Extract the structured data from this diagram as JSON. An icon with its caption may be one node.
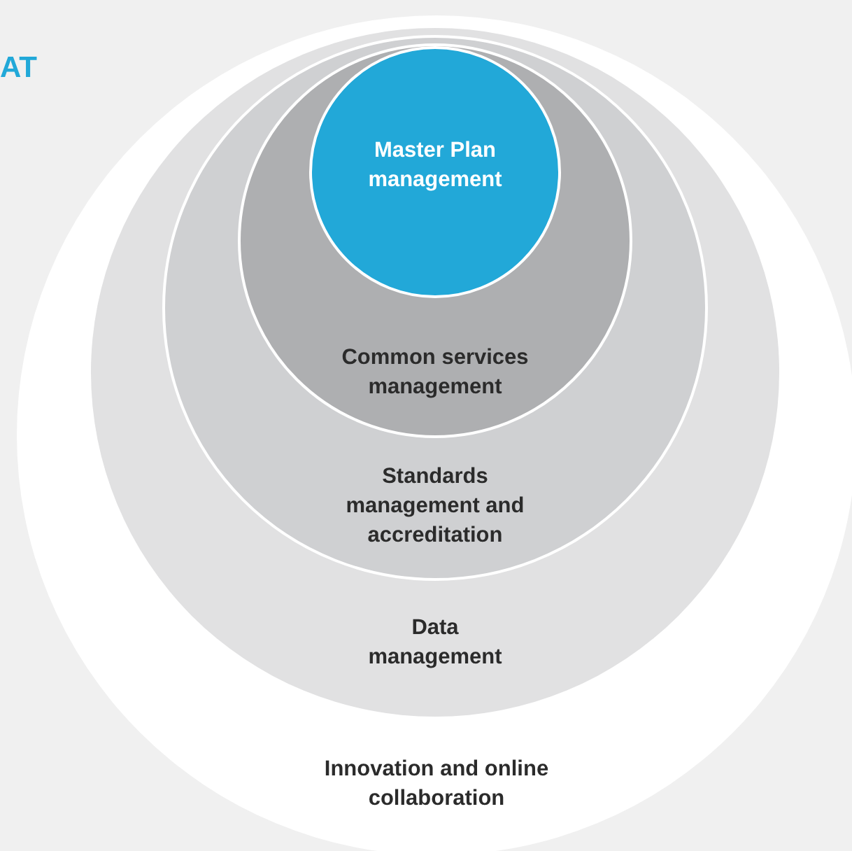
{
  "diagram": {
    "nodes": [
      {
        "text": [
          "Innovation and online collaboration"
        ]
      },
      {
        "text": [
          "Data management"
        ],
        "in": 0
      },
      {
        "text": [
          "Standards management and accreditation"
        ],
        "in": 1
      },
      {
        "text": [
          "Common services management"
        ],
        "in": 2
      },
      {
        "text": [
          "Master Plan management"
        ],
        "in": 3
      }
    ],
    "labels": [
      "AT"
    ]
  }
}
